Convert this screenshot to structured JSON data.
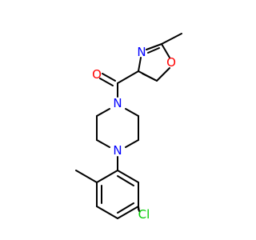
{
  "molecule": {
    "atoms": {
      "O_carbonyl": {
        "symbol": "O",
        "color": "#ff0000"
      },
      "N_oxazole": {
        "symbol": "N",
        "color": "#0000ff"
      },
      "O_oxazole": {
        "symbol": "O",
        "color": "#ff0000"
      },
      "N_pip_top": {
        "symbol": "N",
        "color": "#0000ff"
      },
      "N_pip_bottom": {
        "symbol": "N",
        "color": "#0000ff"
      },
      "Cl": {
        "symbol": "Cl",
        "color": "#00cc00"
      }
    },
    "bond_color": "#000000"
  }
}
